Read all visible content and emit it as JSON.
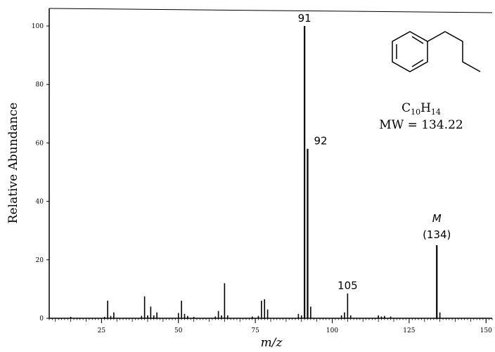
{
  "chart_data": {
    "type": "bar",
    "ylabel": "Relative Abundance",
    "xlabel": "m/z",
    "xlim": [
      8,
      152
    ],
    "ylim": [
      0,
      100
    ],
    "x_ticks": [
      25,
      50,
      75,
      100,
      125,
      150
    ],
    "y_ticks": [
      0,
      20,
      40,
      60,
      80,
      100
    ],
    "peaks": [
      {
        "mz": 15,
        "abundance": 0.5
      },
      {
        "mz": 26,
        "abundance": 0.5
      },
      {
        "mz": 27,
        "abundance": 6
      },
      {
        "mz": 28,
        "abundance": 0.8
      },
      {
        "mz": 29,
        "abundance": 2
      },
      {
        "mz": 38,
        "abundance": 0.8
      },
      {
        "mz": 39,
        "abundance": 7.5
      },
      {
        "mz": 40,
        "abundance": 1
      },
      {
        "mz": 41,
        "abundance": 4
      },
      {
        "mz": 42,
        "abundance": 1
      },
      {
        "mz": 43,
        "abundance": 2
      },
      {
        "mz": 50,
        "abundance": 1.8
      },
      {
        "mz": 51,
        "abundance": 6
      },
      {
        "mz": 52,
        "abundance": 1.5
      },
      {
        "mz": 53,
        "abundance": 0.8
      },
      {
        "mz": 55,
        "abundance": 0.5
      },
      {
        "mz": 62,
        "abundance": 0.6
      },
      {
        "mz": 63,
        "abundance": 2.5
      },
      {
        "mz": 64,
        "abundance": 1
      },
      {
        "mz": 65,
        "abundance": 12
      },
      {
        "mz": 66,
        "abundance": 1
      },
      {
        "mz": 74,
        "abundance": 0.6
      },
      {
        "mz": 76,
        "abundance": 0.8
      },
      {
        "mz": 77,
        "abundance": 6
      },
      {
        "mz": 78,
        "abundance": 6.5
      },
      {
        "mz": 79,
        "abundance": 3
      },
      {
        "mz": 89,
        "abundance": 1.5
      },
      {
        "mz": 90,
        "abundance": 1
      },
      {
        "mz": 91,
        "abundance": 100
      },
      {
        "mz": 92,
        "abundance": 58
      },
      {
        "mz": 93,
        "abundance": 4
      },
      {
        "mz": 103,
        "abundance": 1
      },
      {
        "mz": 104,
        "abundance": 2
      },
      {
        "mz": 105,
        "abundance": 8.5
      },
      {
        "mz": 106,
        "abundance": 1
      },
      {
        "mz": 115,
        "abundance": 1
      },
      {
        "mz": 116,
        "abundance": 0.6
      },
      {
        "mz": 117,
        "abundance": 0.8
      },
      {
        "mz": 119,
        "abundance": 0.6
      },
      {
        "mz": 134,
        "abundance": 25
      },
      {
        "mz": 135,
        "abundance": 2
      }
    ],
    "annotations": [
      {
        "mz": 91,
        "text": "91"
      },
      {
        "mz": 92,
        "text": "92"
      },
      {
        "mz": 105,
        "text": "105"
      }
    ],
    "molecular_ion": {
      "mz": 134,
      "symbol": "M",
      "value": "(134)"
    },
    "compound": {
      "formula_base": "C",
      "formula_c_sub": "10",
      "formula_h": "H",
      "formula_h_sub": "14",
      "mw_text": "MW = 134.22"
    }
  }
}
